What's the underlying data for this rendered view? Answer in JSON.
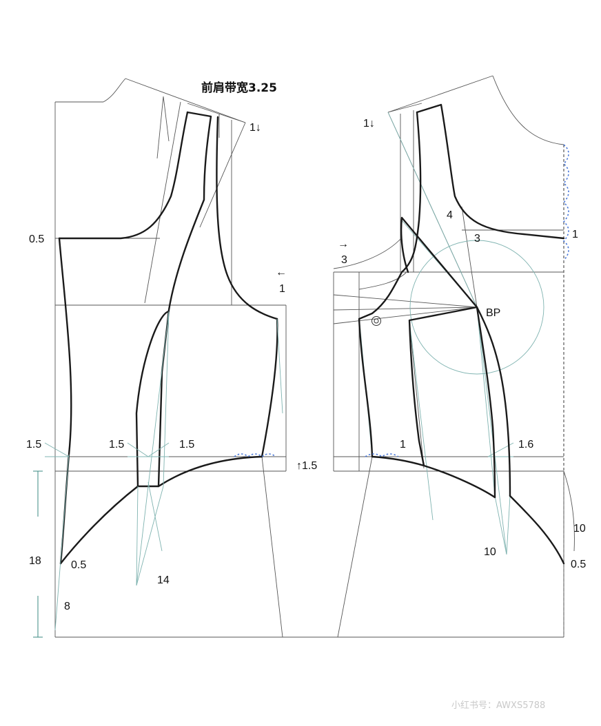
{
  "title": "前肩带宽3.25",
  "labels": {
    "shoulder_drop_left": "1↓",
    "shoulder_drop_right": "1↓",
    "left_half": "0.5",
    "left_armhole": "1",
    "left_arrow": "←",
    "left_waist_side": "1.5",
    "left_dart_a": "1.5",
    "left_dart_b": "1.5",
    "left_raise": "1.5",
    "left_hem_half": "0.5",
    "left_drop": "18",
    "left_dart_len": "14",
    "left_hem_8": "8",
    "right_arrow": "→",
    "right_3": "3",
    "right_3b": "3",
    "right_4": "4",
    "right_1": "1",
    "bp": "BP",
    "right_dart_1": "1",
    "right_1_6": "1.6",
    "right_10a": "10",
    "right_10b": "10",
    "right_hem_half": "0.5"
  },
  "watermark": "小红书号：AWXS5788",
  "colors": {
    "cut_line": "#1a1a1a",
    "construction": "#555555",
    "guide": "#7fb3b0",
    "ease_mark": "#4a78d8"
  }
}
